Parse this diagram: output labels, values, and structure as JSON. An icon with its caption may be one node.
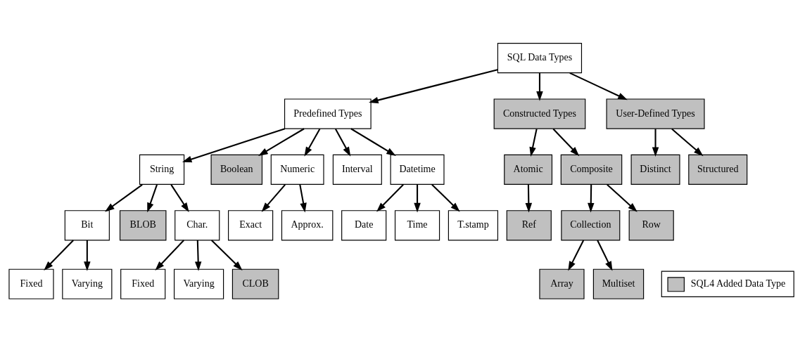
{
  "diagram": {
    "nodes": [
      {
        "text": [
          "SQL Data Types"
        ]
      },
      {
        "text": [
          "Predefined Types"
        ]
      },
      {
        "text": [
          "Constructed Types"
        ]
      },
      {
        "text": [
          "User-Defined Types"
        ]
      },
      {
        "text": [
          "String"
        ]
      },
      {
        "text": [
          "Boolean"
        ]
      },
      {
        "text": [
          "Numeric"
        ]
      },
      {
        "text": [
          "Interval"
        ]
      },
      {
        "text": [
          "Datetime"
        ]
      },
      {
        "text": [
          "Atomic"
        ]
      },
      {
        "text": [
          "Composite"
        ]
      },
      {
        "text": [
          "Distinct"
        ]
      },
      {
        "text": [
          "Structured"
        ]
      },
      {
        "text": [
          "Bit"
        ]
      },
      {
        "text": [
          "BLOB"
        ]
      },
      {
        "text": [
          "Char."
        ]
      },
      {
        "text": [
          "Exact"
        ]
      },
      {
        "text": [
          "Approx."
        ]
      },
      {
        "text": [
          "Date"
        ]
      },
      {
        "text": [
          "Time"
        ]
      },
      {
        "text": [
          "T.stamp"
        ]
      },
      {
        "text": [
          "Ref"
        ]
      },
      {
        "text": [
          "Collection"
        ]
      },
      {
        "text": [
          "Row"
        ]
      },
      {
        "text": [
          "Fixed"
        ]
      },
      {
        "text": [
          "Varying"
        ]
      },
      {
        "text": [
          "Fixed"
        ]
      },
      {
        "text": [
          "Varying"
        ]
      },
      {
        "text": [
          "CLOB"
        ]
      },
      {
        "text": [
          "Array"
        ]
      },
      {
        "text": [
          "Multiset"
        ]
      }
    ],
    "edges": [
      {
        "from": 0,
        "to": 1,
        "arrow": "to"
      },
      {
        "from": 0,
        "to": 2,
        "arrow": "to"
      },
      {
        "from": 0,
        "to": 3,
        "arrow": "to"
      },
      {
        "from": 1,
        "to": 4,
        "arrow": "to"
      },
      {
        "from": 1,
        "to": 5,
        "arrow": "to"
      },
      {
        "from": 1,
        "to": 6,
        "arrow": "to"
      },
      {
        "from": 1,
        "to": 7,
        "arrow": "to"
      },
      {
        "from": 1,
        "to": 8,
        "arrow": "to"
      },
      {
        "from": 2,
        "to": 9,
        "arrow": "to"
      },
      {
        "from": 2,
        "to": 10,
        "arrow": "to"
      },
      {
        "from": 3,
        "to": 11,
        "arrow": "to"
      },
      {
        "from": 3,
        "to": 12,
        "arrow": "to"
      },
      {
        "from": 4,
        "to": 13,
        "arrow": "to"
      },
      {
        "from": 4,
        "to": 14,
        "arrow": "to"
      },
      {
        "from": 4,
        "to": 15,
        "arrow": "to"
      },
      {
        "from": 6,
        "to": 16,
        "arrow": "to"
      },
      {
        "from": 6,
        "to": 17,
        "arrow": "to"
      },
      {
        "from": 8,
        "to": 18,
        "arrow": "to"
      },
      {
        "from": 8,
        "to": 19,
        "arrow": "to"
      },
      {
        "from": 8,
        "to": 20,
        "arrow": "to"
      },
      {
        "from": 9,
        "to": 21,
        "arrow": "to"
      },
      {
        "from": 10,
        "to": 22,
        "arrow": "to"
      },
      {
        "from": 10,
        "to": 23,
        "arrow": "to"
      },
      {
        "from": 13,
        "to": 24,
        "arrow": "to"
      },
      {
        "from": 13,
        "to": 25,
        "arrow": "to"
      },
      {
        "from": 15,
        "to": 26,
        "arrow": "to"
      },
      {
        "from": 15,
        "to": 27,
        "arrow": "to"
      },
      {
        "from": 15,
        "to": 28,
        "arrow": "to"
      },
      {
        "from": 22,
        "to": 29,
        "arrow": "to"
      },
      {
        "from": 22,
        "to": 30,
        "arrow": "to"
      }
    ],
    "legend": [
      {
        "text": "SQL4 Added Data Type",
        "color": "#c0c0c0"
      }
    ]
  }
}
